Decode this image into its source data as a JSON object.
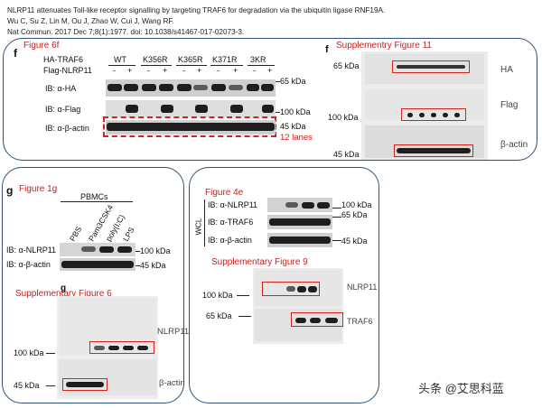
{
  "citation": {
    "line1": "NLRP11 attenuates Toll-like receptor signalling by targeting TRAF6 for degradation via the ubiquitin ligase RNF19A.",
    "line2": "Wu C, Su Z, Lin M, Ou J, Zhao W, Cui J, Wang RF.",
    "line3": "Nat Commun. 2017 Dec 7;8(1):1977. doi: 10.1038/s41467-017-02073-3."
  },
  "panel_top_left": {
    "tag": "Figure 6f",
    "letter": "f",
    "row1_label": "HA-TRAF6",
    "row2_label": "Flag-NLRP11",
    "groups": [
      "WT",
      "K356R",
      "K365R",
      "K371R",
      "3KR"
    ],
    "signs": [
      "-",
      "+",
      "-",
      "+",
      "-",
      "+",
      "-",
      "+",
      "-",
      "+"
    ],
    "blots": [
      "IB: α-HA",
      "IB: α-Flag",
      "IB: α-β-actin"
    ],
    "markers": [
      "65 kDa",
      "100 kDa",
      "45 kDa"
    ],
    "lanes_note": "12 lanes"
  },
  "panel_top_right": {
    "tag": "Supplementry Figure 11",
    "letter": "f",
    "markers": [
      "65 kDa",
      "100 kDa",
      "45 kDa"
    ],
    "labels": [
      "HA",
      "Flag",
      "β-actin"
    ]
  },
  "panel_bottom_left": {
    "tag": "Figure 1g",
    "letter": "g",
    "group": "PBMCs",
    "lanes": [
      "PBS",
      "Pam3CSK4",
      "poly(I:C)",
      "LPS"
    ],
    "blots": [
      "IB: α-NLRP11",
      "IB: α-β-actin"
    ],
    "markers": [
      "100 kDa",
      "45 kDa"
    ],
    "supp_tag": "Supplementary Figure 6",
    "supp_letter": "g",
    "supp_markers": [
      "100 kDa",
      "45 kDa"
    ],
    "supp_labels": [
      "NLRP11",
      "β-actin"
    ]
  },
  "panel_bottom_right": {
    "tag": "Figure 4e",
    "side_label": "WCL",
    "blots": [
      "IB: α-NLRP11",
      "IB: α-TRAF6",
      "IB: α-β-actin"
    ],
    "markers": [
      "100 kDa",
      "65 kDa",
      "45 kDa"
    ],
    "supp_tag": "Supplementary Figure 9",
    "supp_markers": [
      "100 kDa",
      "65 kDa"
    ],
    "supp_labels": [
      "NLRP11",
      "TRAF6"
    ]
  },
  "watermark": "头条 @艾思科蓝",
  "colors": {
    "annotation_red": "#d2231f",
    "panel_border": "#30507a"
  }
}
